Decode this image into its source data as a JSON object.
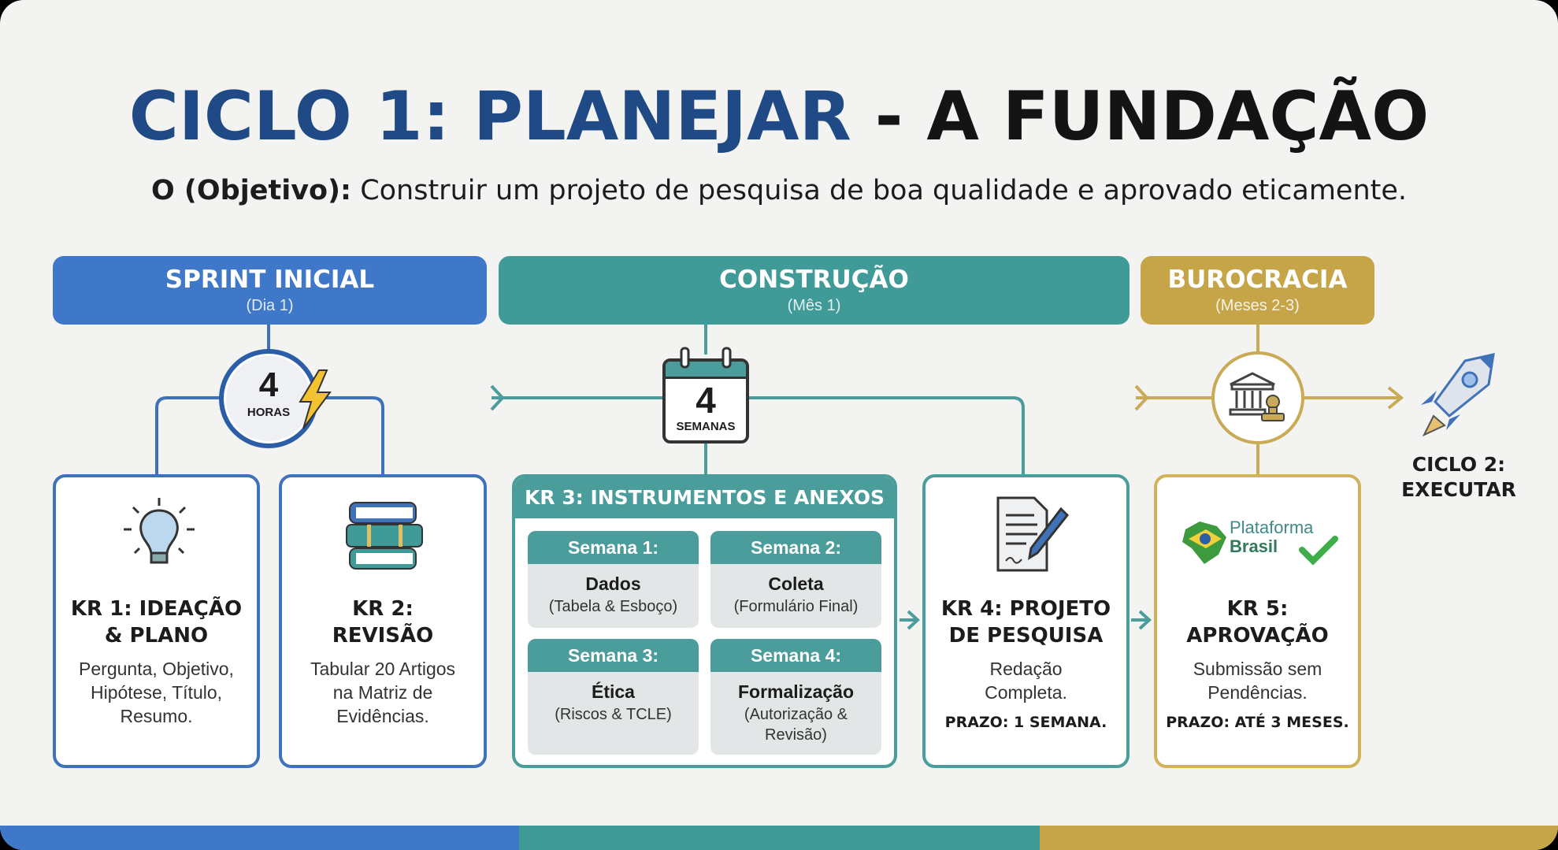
{
  "title": {
    "part1": "CICLO 1: PLANEJAR",
    "part2": "- A FUNDAÇÃO"
  },
  "objective": {
    "label": "O (Objetivo):",
    "text": "Construir um projeto de pesquisa de boa qualidade e aprovado eticamente."
  },
  "phases": [
    {
      "title": "SPRINT INICIAL",
      "subtitle": "(Dia 1)",
      "color": "#3f78c8"
    },
    {
      "title": "CONSTRUÇÃO",
      "subtitle": "(Mês 1)",
      "color": "#3f9a98"
    },
    {
      "title": "BUROCRACIA",
      "subtitle": "(Meses 2-3)",
      "color": "#c6a549"
    }
  ],
  "timers": {
    "clock_number": "4",
    "clock_unit": "HORAS",
    "calendar_number": "4",
    "calendar_unit": "SEMANAS"
  },
  "krs": {
    "kr1": {
      "title_1": "KR 1: IDEAÇÃO",
      "title_2": "& PLANO",
      "desc": [
        "Pergunta, Objetivo,",
        "Hipótese, Título,",
        "Resumo."
      ],
      "icon": "lightbulb-icon"
    },
    "kr2": {
      "title_1": "KR 2:",
      "title_2": "REVISÃO",
      "desc": [
        "Tabular 20 Artigos",
        "na Matriz de",
        "Evidências."
      ],
      "icon": "books-icon"
    },
    "kr3": {
      "title": "KR 3: INSTRUMENTOS E ANEXOS",
      "weeks": [
        {
          "label": "Semana 1:",
          "name": "Dados",
          "detail": "(Tabela & Esboço)"
        },
        {
          "label": "Semana 2:",
          "name": "Coleta",
          "detail": "(Formulário Final)"
        },
        {
          "label": "Semana 3:",
          "name": "Ética",
          "detail": "(Riscos & TCLE)"
        },
        {
          "label": "Semana 4:",
          "name": "Formalização",
          "detail": "(Autorização & Revisão)"
        }
      ]
    },
    "kr4": {
      "title_1": "KR 4: PROJETO",
      "title_2": "DE PESQUISA",
      "desc": [
        "Redação",
        "Completa."
      ],
      "deadline": "PRAZO: 1 SEMANA.",
      "icon": "document-pen-icon"
    },
    "kr5": {
      "logo_line1": "Plataforma",
      "logo_line2": "Brasil",
      "title_1": "KR 5:",
      "title_2": "APROVAÇÃO",
      "desc": [
        "Submissão sem",
        "Pendências."
      ],
      "deadline": "PRAZO: ATÉ 3 MESES."
    }
  },
  "next": {
    "line1": "CICLO 2:",
    "line2": "EXECUTAR",
    "icon": "rocket-icon"
  },
  "colors": {
    "blue": "#3f78c8",
    "teal": "#3f9a98",
    "gold": "#c6a549",
    "navy": "#1f4a86"
  }
}
